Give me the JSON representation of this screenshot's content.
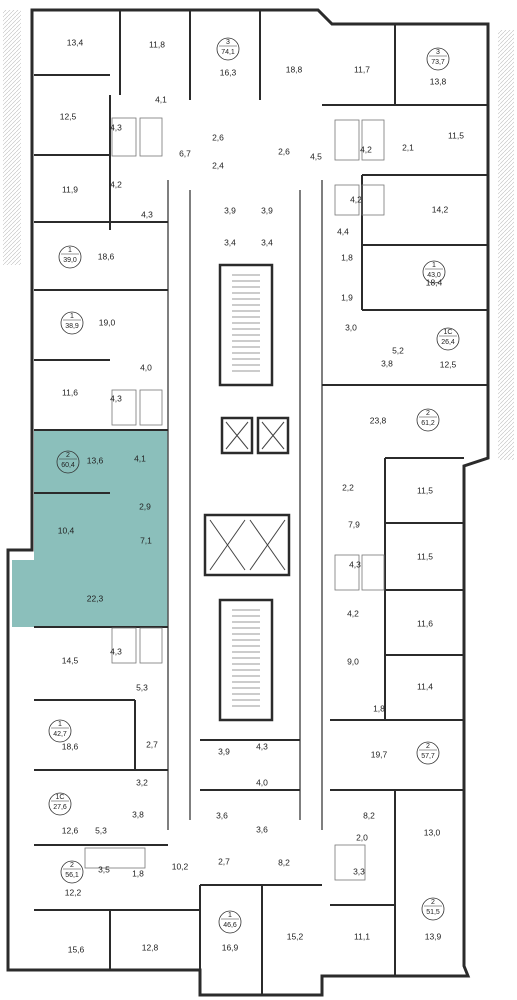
{
  "colors": {
    "wall": "#2b2b2b",
    "partition": "#555555",
    "highlight": "#8bbfbb",
    "background": "#ffffff",
    "grid_fill": "#ececec"
  },
  "apartments": [
    {
      "id": "a1",
      "rooms": "3",
      "area": "74,1"
    },
    {
      "id": "a2",
      "rooms": "3",
      "area": "73,7"
    },
    {
      "id": "a3",
      "rooms": "1",
      "area": "39,0"
    },
    {
      "id": "a4",
      "rooms": "1",
      "area": "43,0"
    },
    {
      "id": "a5",
      "rooms": "1",
      "area": "38,9"
    },
    {
      "id": "a6",
      "rooms": "1С",
      "area": "26,4"
    },
    {
      "id": "a7",
      "rooms": "2",
      "area": "61,2"
    },
    {
      "id": "a8",
      "rooms": "2",
      "area": "60,4"
    },
    {
      "id": "a9",
      "rooms": "1",
      "area": "42,7"
    },
    {
      "id": "a10",
      "rooms": "2",
      "area": "57,7"
    },
    {
      "id": "a11",
      "rooms": "1С",
      "area": "27,6"
    },
    {
      "id": "a12",
      "rooms": "2",
      "area": "56,1"
    },
    {
      "id": "a13",
      "rooms": "1",
      "area": "46,6"
    },
    {
      "id": "a14",
      "rooms": "2",
      "area": "51,5"
    }
  ],
  "room_areas": [
    "13,4",
    "11,8",
    "16,3",
    "18,8",
    "11,7",
    "13,8",
    "12,5",
    "4,1",
    "4,3",
    "2,6",
    "6,7",
    "2,6",
    "4,5",
    "4,2",
    "2,1",
    "11,5",
    "11,9",
    "4,2",
    "2,4",
    "4,2",
    "14,2",
    "4,3",
    "3,9",
    "3,9",
    "3,4",
    "3,4",
    "4,4",
    "18,6",
    "1,8",
    "18,4",
    "1,9",
    "19,0",
    "3,0",
    "5,2",
    "12,5",
    "3,8",
    "4,0",
    "11,6",
    "4,3",
    "23,8",
    "13,6",
    "4,1",
    "2,2",
    "11,5",
    "10,4",
    "2,9",
    "7,9",
    "7,1",
    "4,3",
    "11,5",
    "22,3",
    "4,2",
    "11,6",
    "14,5",
    "4,3",
    "9,0",
    "5,3",
    "11,4",
    "1,8",
    "18,6",
    "2,7",
    "19,7",
    "3,2",
    "3,9",
    "4,3",
    "4,0",
    "5,3",
    "3,8",
    "12,6",
    "3,6",
    "3,6",
    "8,2",
    "2,0",
    "13,0",
    "10,2",
    "2,7",
    "8,2",
    "3,5",
    "1,8",
    "3,3",
    "12,2",
    "15,6",
    "12,8",
    "16,9",
    "15,2",
    "11,1",
    "13,9"
  ]
}
